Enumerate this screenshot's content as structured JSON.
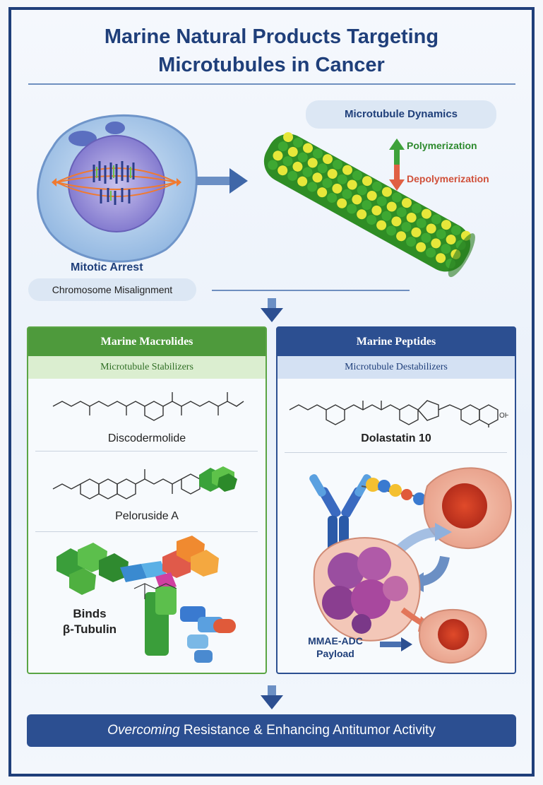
{
  "title_line1": "Marine Natural Products Targeting",
  "title_line2": "Microtubules in Cancer",
  "top": {
    "dynamics_label": "Microtubule Dynamics",
    "polymerization": "Polymerization",
    "depolymerization": "Depolymerization",
    "mitotic_arrest": "Mitotic Arrest",
    "chromosome_misalignment": "Chromosome Misalignment"
  },
  "left_panel": {
    "header": "Marine Macrolides",
    "subheader": "Microtubule Stabilizers",
    "compound1": "Discodermolide",
    "compound2": "Peloruside A",
    "binds_line1": "Binds",
    "binds_line2": "β-Tubulin",
    "color": "#4e9a3c"
  },
  "right_panel": {
    "header": "Marine Peptides",
    "subheader": "Microtubule Destabilizers",
    "compound1": "Dolastatin 10",
    "payload_line1": "MMAE-ADC",
    "payload_line2": "Payload",
    "color": "#2c4f91"
  },
  "bottom": {
    "italic_word": "Overcoming",
    "rest": " Resistance & Enhancing Antitumor Activity"
  }
}
